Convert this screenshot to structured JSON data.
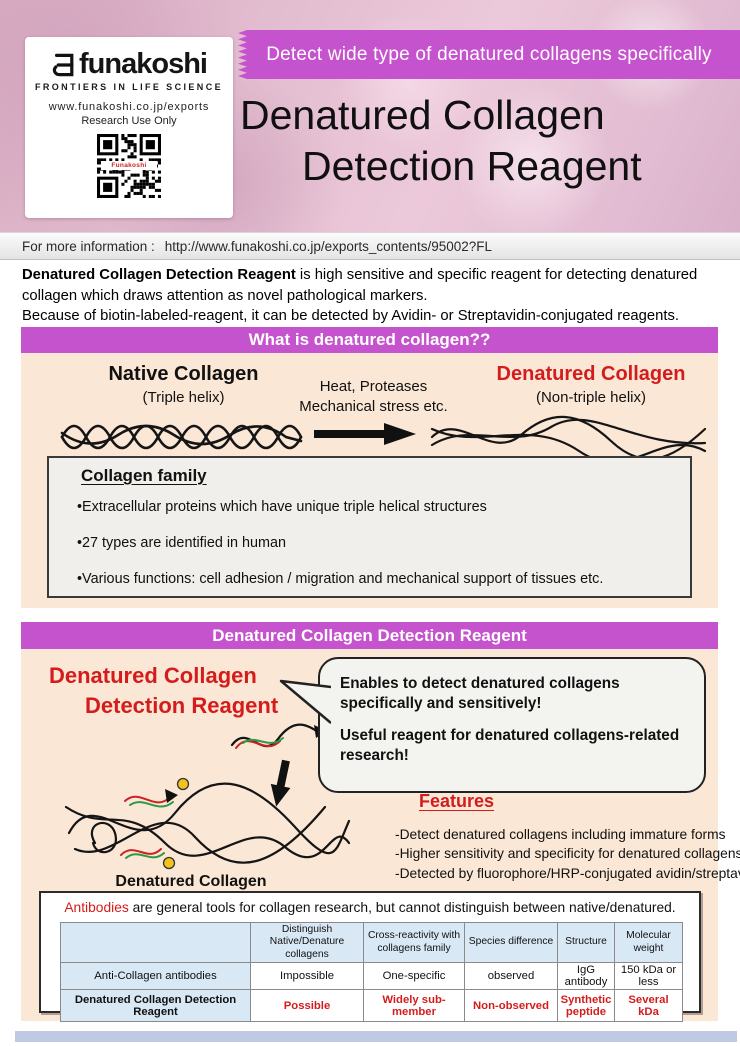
{
  "header": {
    "logo_brand": "funakoshi",
    "logo_tagline": "FRONTIERS IN LIFE SCIENCE",
    "logo_url": "www.funakoshi.co.jp/exports",
    "logo_note": "Research Use Only",
    "qr_label": "Funakoshi",
    "ribbon_text": "Detect wide type of denatured collagens specifically",
    "title_line1": "Denatured Collagen",
    "title_line2": "Detection Reagent"
  },
  "info_bar": {
    "label": "For more information :",
    "url": "http://www.funakoshi.co.jp/exports_contents/95002?FL"
  },
  "intro": {
    "lead_bold": "Denatured Collagen Detection Reagent",
    "lead_rest": " is high sensitive and specific reagent for detecting denatured collagen which draws attention as novel pathological markers.",
    "line2": "Because of biotin-labeled-reagent, it can be detected by Avidin- or Streptavidin-conjugated reagents."
  },
  "section_what": {
    "header": "What is denatured collagen??",
    "native_title": "Native Collagen",
    "native_subtitle": "(Triple helix)",
    "cause_line1": "Heat, Proteases",
    "cause_line2": "Mechanical stress etc.",
    "denatured_title": "Denatured Collagen",
    "denatured_subtitle": "(Non-triple helix)",
    "family_heading": "Collagen family",
    "family_bullets": [
      "•Extracellular proteins which have unique triple helical structures",
      "•27 types are identified in human",
      "•Various functions: cell adhesion / migration and mechanical support of tissues etc."
    ]
  },
  "section_reagent": {
    "header": "Denatured Collagen Detection Reagent",
    "name_line1": "Denatured Collagen",
    "name_line2": "Detection Reagent",
    "bubble_text1": "Enables to detect denatured collagens specifically and sensitively!",
    "bubble_text2": "Useful reagent for denatured collagens-related research!",
    "diagram_caption": "Denatured Collagen",
    "features_heading": "Features",
    "features": [
      "-Detect denatured collagens including immature forms",
      "-Higher sensitivity and specificity for denatured collagens",
      "-Detected by fluorophore/HRP-conjugated avidin/streptavidin"
    ]
  },
  "comparison": {
    "title_red": "Antibodies",
    "title_rest": " are general tools for collagen research, but cannot distinguish between native/denatured.",
    "columns": [
      "",
      "Distinguish\nNative/Denature collagens",
      "Cross-reactivity with\ncollagens family",
      "Species difference",
      "Structure",
      "Molecular weight"
    ],
    "rows": [
      {
        "label": "Anti-Collagen antibodies",
        "cells": [
          "Impossible",
          "One-specific",
          "observed",
          "IgG antibody",
          "150 kDa or less"
        ]
      },
      {
        "label": "Denatured Collagen Detection Reagent",
        "cells": [
          "Possible",
          "Widely sub-member",
          "Non-observed",
          "Synthetic peptide",
          "Several kDa"
        ]
      }
    ]
  },
  "colors": {
    "accent_magenta": "#c653ce",
    "peach_bg": "#fbe7d5",
    "highlight_red": "#d51c1c",
    "table_header_bg": "#d9e8f5"
  }
}
